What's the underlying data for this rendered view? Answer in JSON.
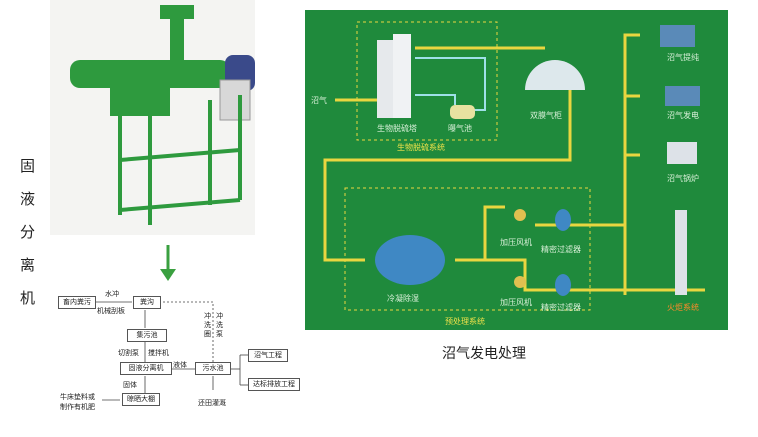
{
  "machine_title_chars": [
    "固",
    "液",
    "分",
    "离",
    "机"
  ],
  "flowchart": {
    "source": "畜内粪污",
    "water_flush": "水冲",
    "scraper": "机械刮板",
    "trench": "粪沟",
    "collect_pool": "集污池",
    "cutting_pump": "切割泵",
    "mixer": "搅拌机",
    "separator": "固液分离机",
    "liquid": "液体",
    "sewage_pool": "污水池",
    "biogas_project": "沼气工程",
    "discharge_project": "达标排放工程",
    "solid": "固体",
    "drying": "晾晒大棚",
    "bedding": "牛床垫料或",
    "fertilizer": "制作有机肥",
    "irrigation": "还田灌溉",
    "flush_a": "冲洗圈",
    "flush_b": "冲洗泵"
  },
  "diagram": {
    "biogas_in": "沼气",
    "desulf_tower": "生物脱硫塔",
    "aeration_pool": "曝气池",
    "desulf_system": "生物脱硫系统",
    "gas_holder": "双膜气柜",
    "purification": "沼气提纯",
    "power": "沼气发电",
    "boiler": "沼气锅炉",
    "condense": "冷凝除湿",
    "fan1": "加压风机",
    "filter1": "精密过滤器",
    "fan2": "加压风机",
    "filter2": "精密过滤器",
    "pretreat_system": "预处理系统",
    "flare": "火炬系统"
  },
  "caption": "沼气发电处理",
  "colors": {
    "panel": "#1f8a3c",
    "pipe": "#e8d640",
    "machine": "#2e9a3e"
  }
}
